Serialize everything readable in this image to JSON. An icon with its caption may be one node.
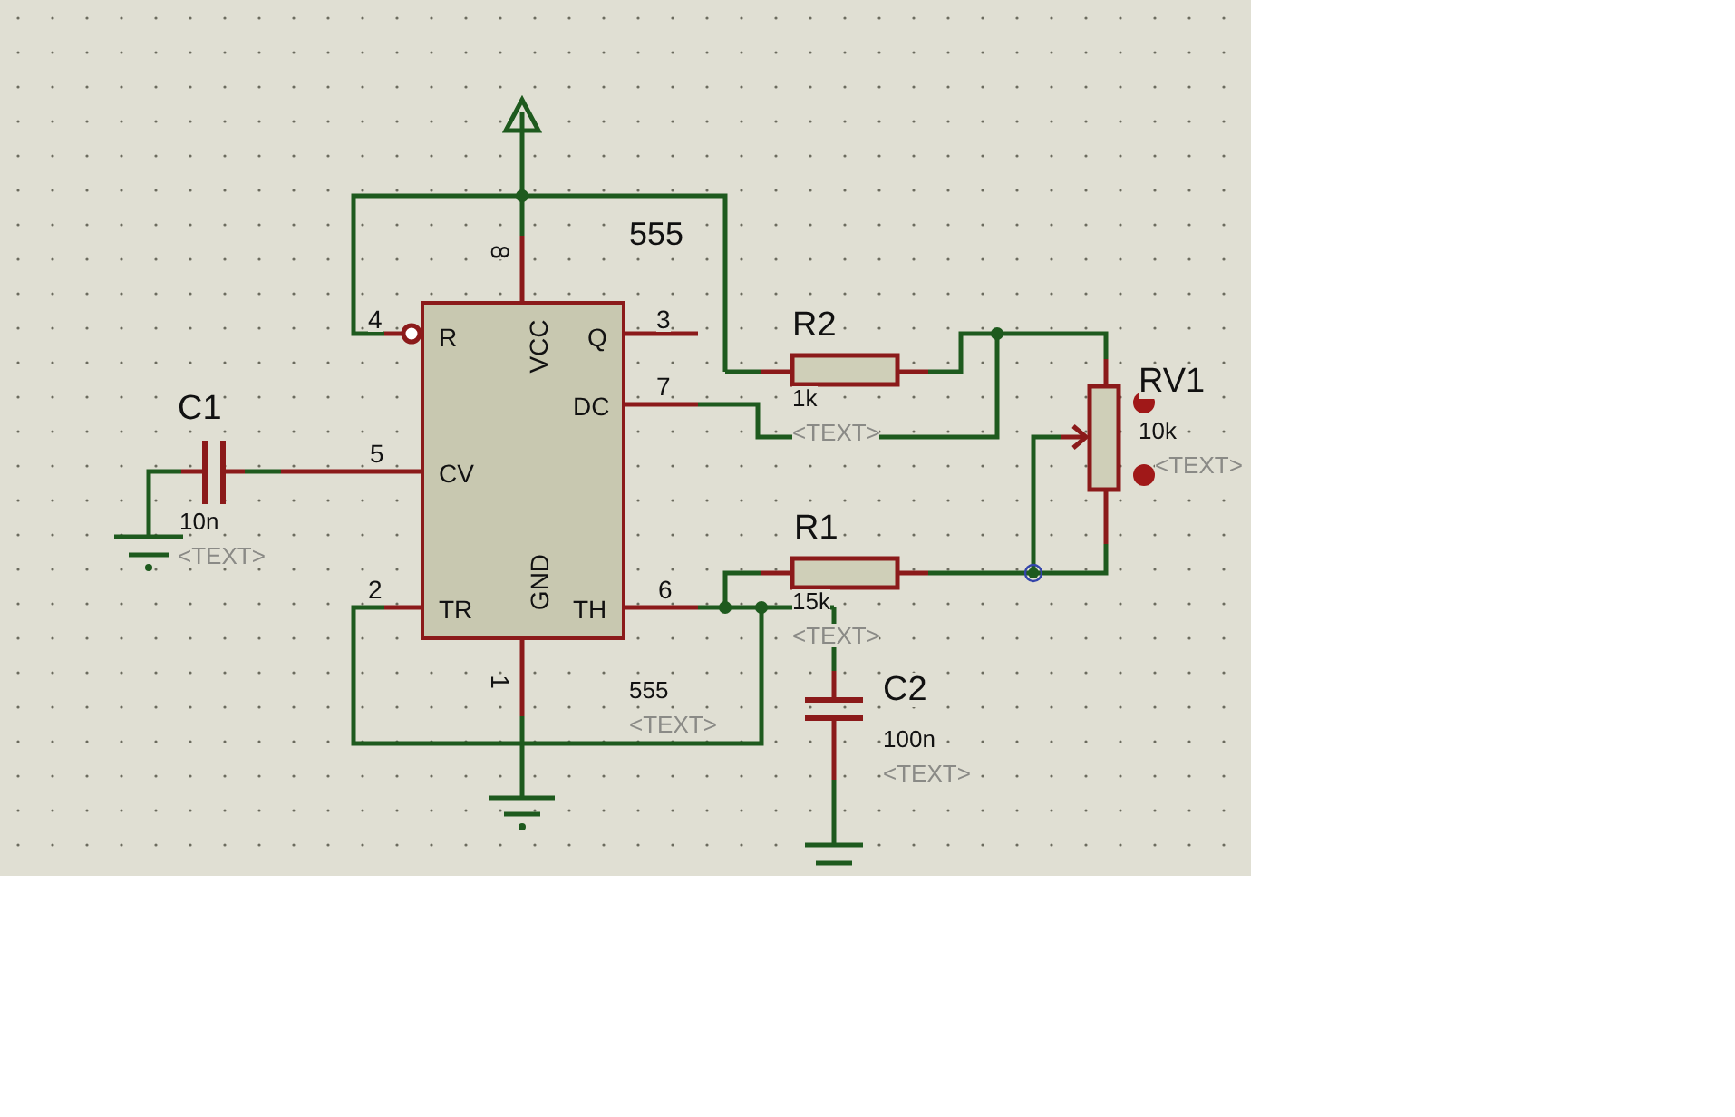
{
  "diagram": {
    "nodes": [
      {
        "text": [
          "R",
          "VCC",
          "Q",
          "DC",
          "CV",
          "TR",
          "GND",
          "TH"
        ]
      }
    ],
    "labels": [
      "555",
      "4",
      "8",
      "3",
      "7",
      "R2",
      "RV1",
      "1k",
      "<TEXT>",
      "10k",
      "C1",
      "<TEXT>",
      "5",
      "10n",
      "<TEXT>",
      "2",
      "6",
      "R1",
      "15k",
      "<TEXT>",
      "1",
      "C2",
      "555",
      "100n",
      "<TEXT>",
      "<TEXT>"
    ]
  }
}
